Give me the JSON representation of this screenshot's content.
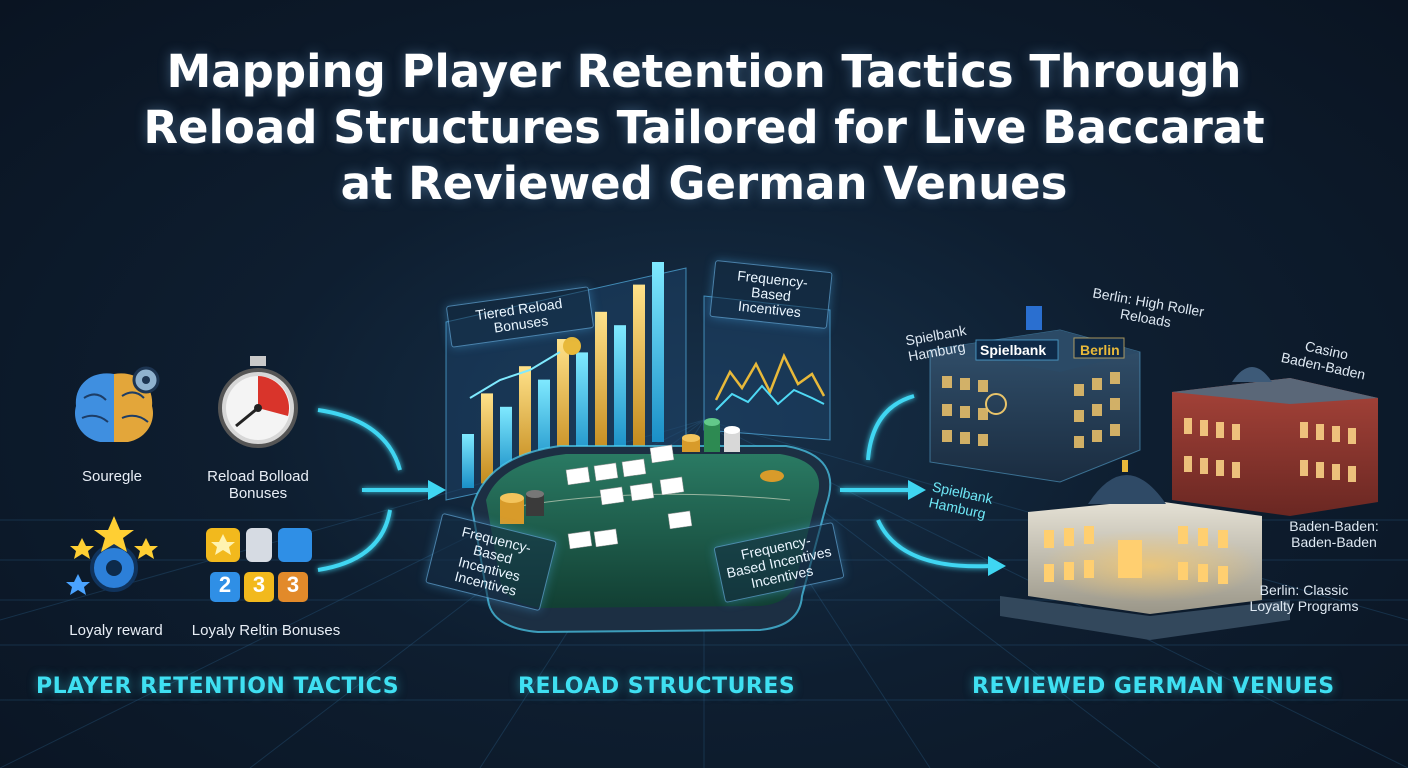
{
  "title_lines": [
    "Mapping Player Retention Tactics Through",
    "Reload Structures Tailored for Live Baccarat",
    "at Reviewed German Venues"
  ],
  "sections": {
    "left": "PLAYER RETENTION TACTICS",
    "middle": "RELOAD STRUCTURES",
    "right": "REVIEWED GERMAN VENUES"
  },
  "tactics": [
    {
      "label": "Souregle",
      "icon": "brain-gear-icon"
    },
    {
      "label": "Reload Bolload Bonuses",
      "icon": "stopwatch-icon"
    },
    {
      "label": "Loyaly reward",
      "icon": "stars-gear-icon"
    },
    {
      "label": "Loyaly Reltin Bonuses",
      "icon": "tier-badges-icon"
    }
  ],
  "tier_numbers": [
    "2",
    "3",
    "3"
  ],
  "reload_panels": {
    "tiered": "Tiered Reload Bonuses",
    "frequency_top": "Frequency-Based Incentives",
    "frequency_left": "Frequency-Based Incentives Incentives",
    "frequency_right": "Frequency-Based Incentives Incentives"
  },
  "venues": {
    "hamburg_sign": "Spielbank Hamburg",
    "hamburg_facade": "Spielbank",
    "berlin_facade": "Berlin",
    "berlin_high_roller": "Berlin: High Roller Reloads",
    "casino_baden": "Casino Baden-Baden",
    "hamburg_arrow": "Spielbank Hamburg",
    "baden_baden": "Baden-Baden: Baden-Baden",
    "berlin_loyalty": "Berlin: Classic Loyalty Programs"
  },
  "colors": {
    "accent": "#3fe0f2",
    "felt": "#1d5c4b",
    "gold": "#e8b93a",
    "bar_cyan": "#35c9ea"
  },
  "bar_chart_values": [
    3,
    5,
    4,
    6,
    5,
    7,
    6,
    8,
    7,
    9,
    10
  ]
}
